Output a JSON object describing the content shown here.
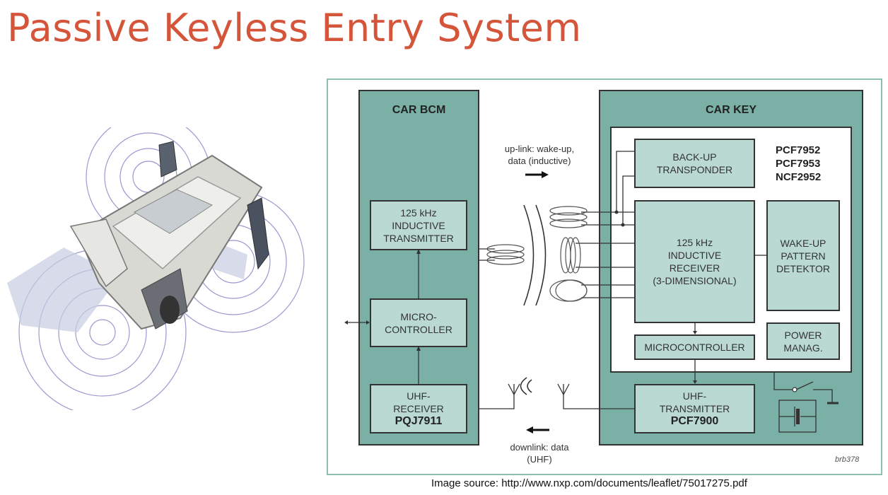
{
  "slide": {
    "title": "Passive Keyless Entry System",
    "caption": "Image source:  http://www.nxp.com/documents/leaflet/75017275.pdf"
  },
  "illustration": {
    "subject": "car-with-antenna-fields",
    "accent_color": "#8a88c8"
  },
  "diagram": {
    "colors": {
      "block": "#7bb0a6",
      "sub_block": "#b9d9d2",
      "frame": "#8ec0b0",
      "title": "#d4553a"
    },
    "car_bcm": {
      "title": "CAR BCM",
      "transmitter": {
        "line1": "125 kHz",
        "line2": "INDUCTIVE",
        "line3": "TRANSMITTER"
      },
      "microcontroller": {
        "line1": "MICRO-",
        "line2": "CONTROLLER"
      },
      "uhf_receiver": {
        "line1": "UHF-",
        "line2": "RECEIVER",
        "part": "PQJ7911"
      }
    },
    "car_key": {
      "title": "CAR KEY",
      "part_numbers": [
        "PCF7952",
        "PCF7953",
        "NCF2952"
      ],
      "backup_transponder": {
        "line1": "BACK-UP",
        "line2": "TRANSPONDER"
      },
      "inductive_receiver": {
        "line1": "125 kHz",
        "line2": "INDUCTIVE",
        "line3": "RECEIVER",
        "line4": "(3-DIMENSIONAL)"
      },
      "wakeup_detector": {
        "line1": "WAKE-UP",
        "line2": "PATTERN",
        "line3": "DETEKTOR"
      },
      "microcontroller": {
        "line1": "MICROCONTROLLER"
      },
      "power_management": {
        "line1": "POWER",
        "line2": "MANAG."
      },
      "uhf_transmitter": {
        "line1": "UHF-",
        "line2": "TRANSMITTER",
        "part": "PCF7900"
      }
    },
    "uplink": {
      "line1": "up-link: wake-up,",
      "line2": "data (inductive)"
    },
    "downlink": {
      "line1": "downlink: data",
      "line2": "(UHF)"
    },
    "reference": "brb378"
  }
}
